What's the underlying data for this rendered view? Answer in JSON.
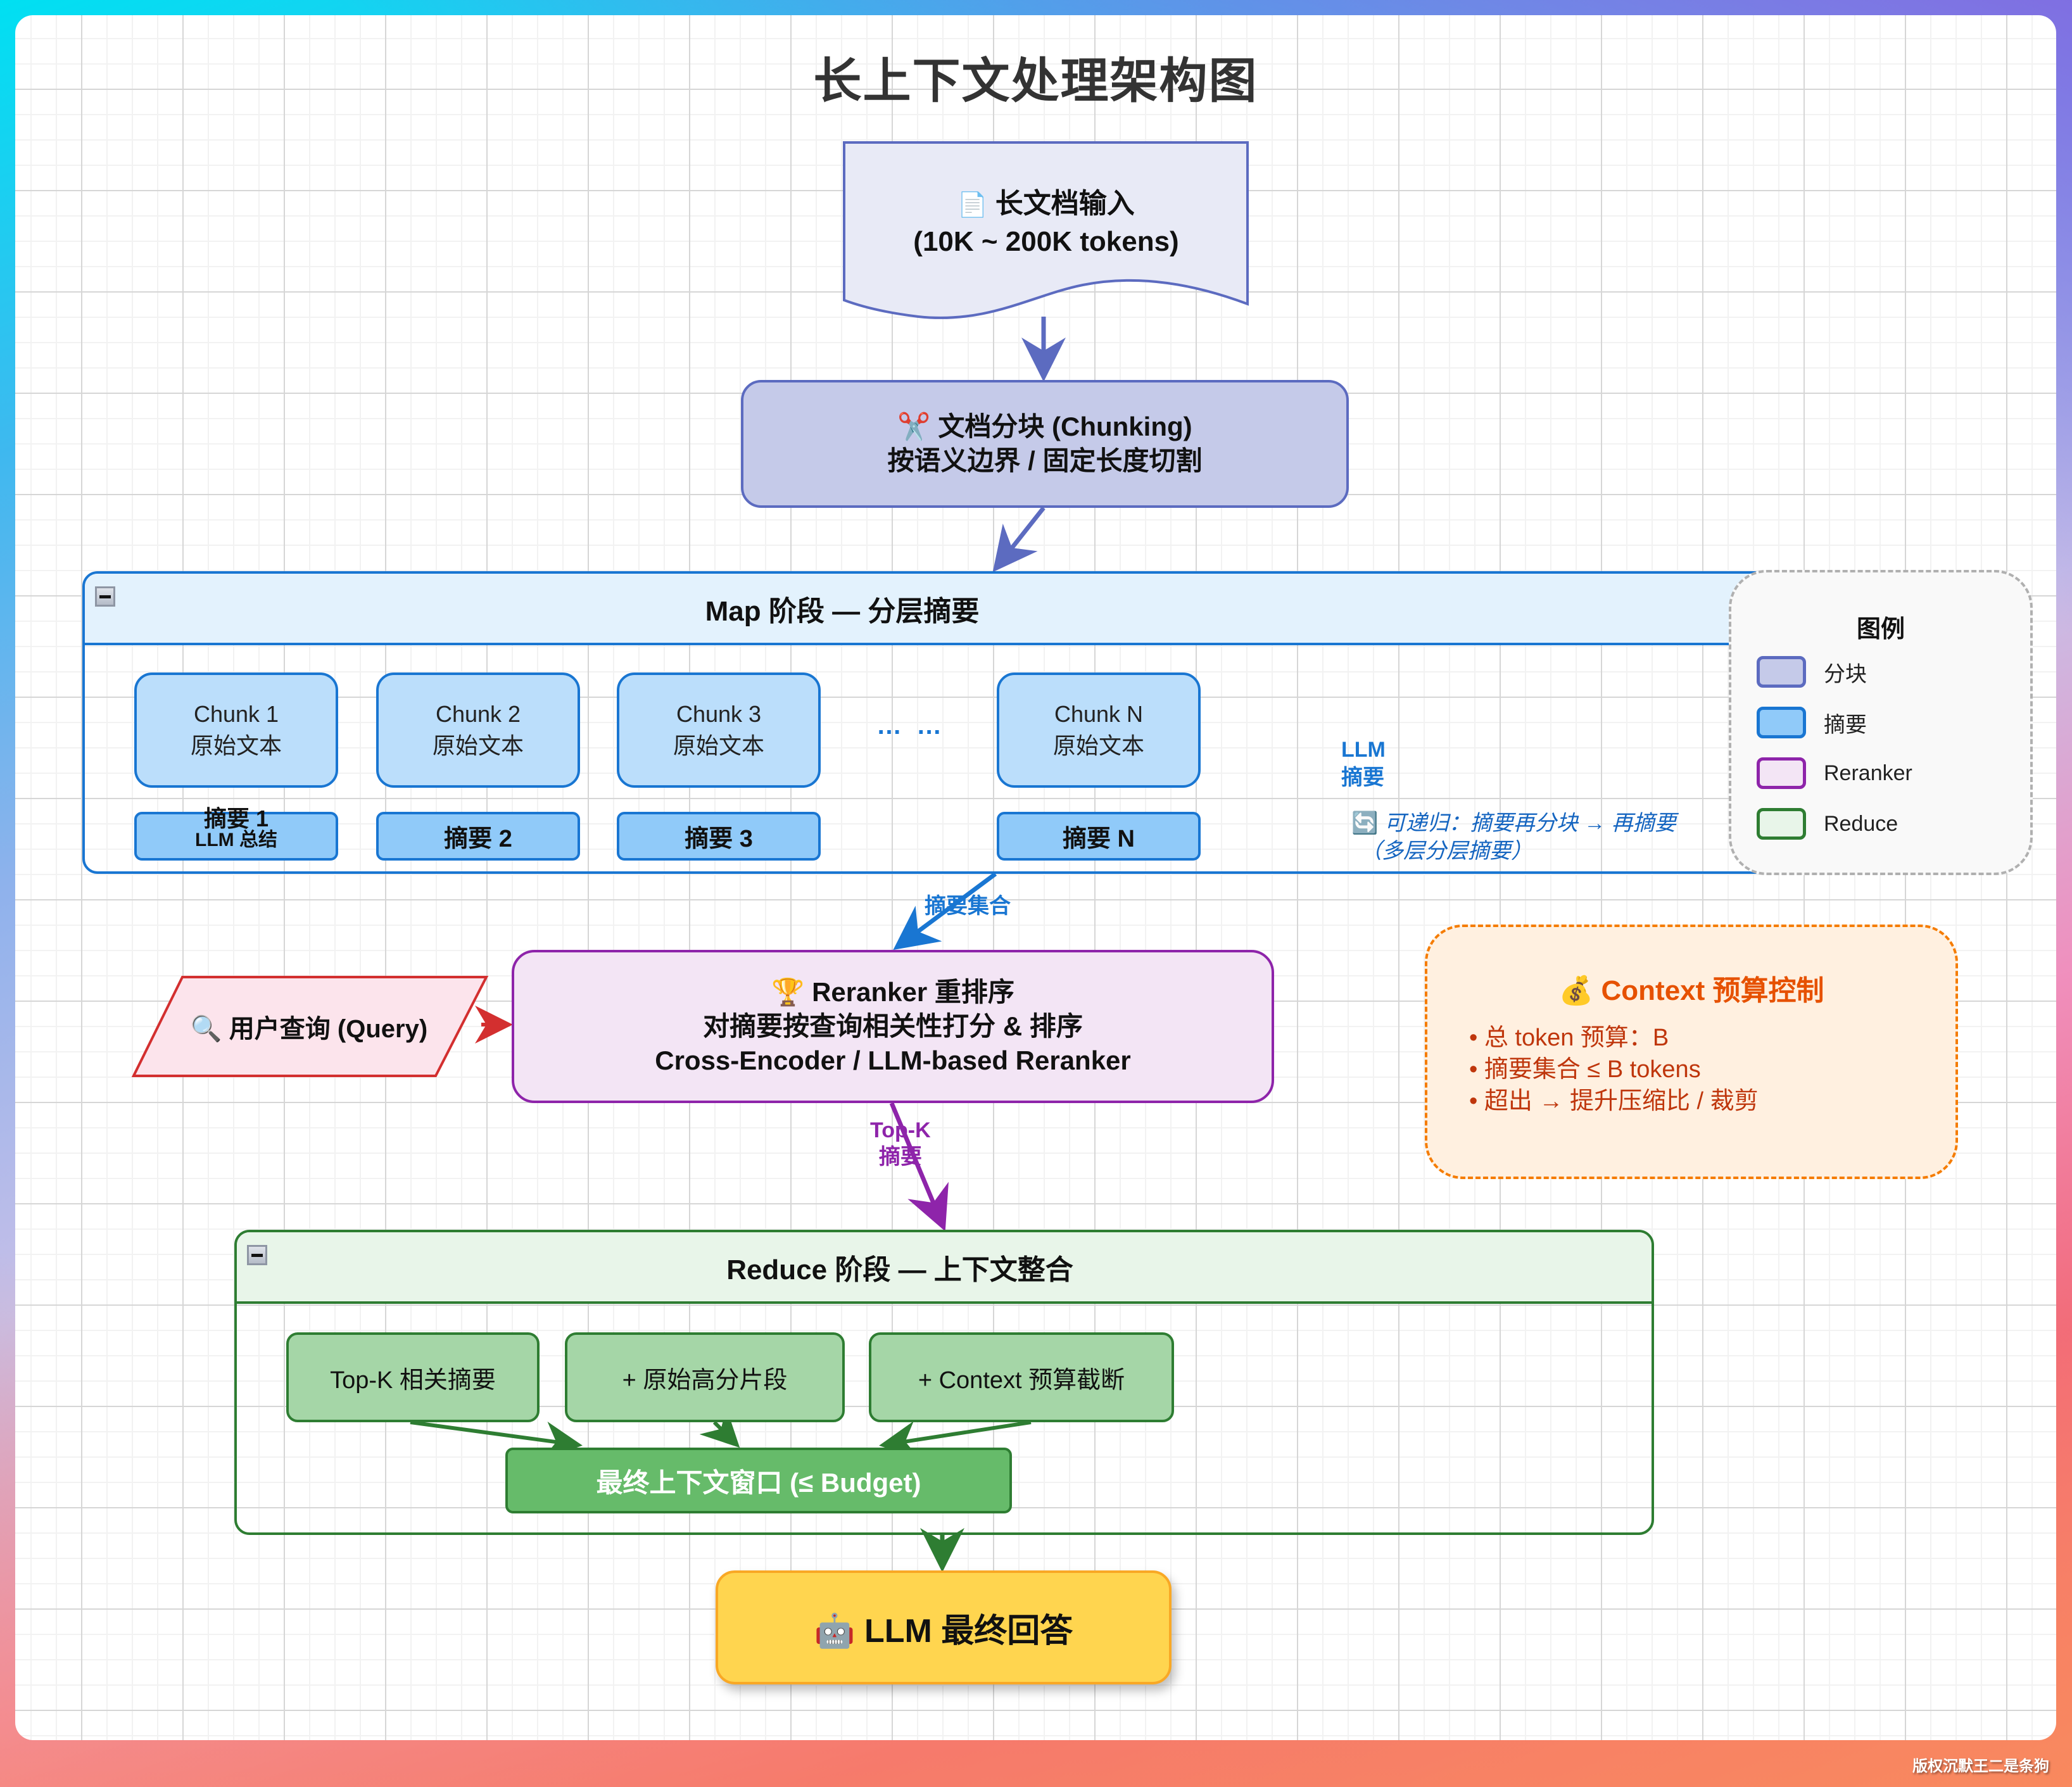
{
  "title": "长上下文处理架构图",
  "doc_input": {
    "icon": "page-icon",
    "icon_glyph": "📄",
    "line1": "长文档输入",
    "line2": "(10K ~ 200K tokens)"
  },
  "chunking": {
    "icon": "scissors-icon",
    "icon_glyph": "✂️",
    "line1": "文档分块 (Chunking)",
    "line2": "按语义边界 / 固定长度切割"
  },
  "map_stage": {
    "header": "Map 阶段 — 分层摘要",
    "collapse_symbol": "−",
    "chunks": [
      {
        "title": "Chunk 1",
        "subtitle": "原始文本"
      },
      {
        "title": "Chunk 2",
        "subtitle": "原始文本"
      },
      {
        "title": "Chunk 3",
        "subtitle": "原始文本"
      },
      {
        "title": "Chunk N",
        "subtitle": "原始文本"
      }
    ],
    "ellipsis": "…  …",
    "summaries": [
      {
        "title": "摘要 1",
        "subtitle": "LLM 总结"
      },
      {
        "title": "摘要 2"
      },
      {
        "title": "摘要 3"
      },
      {
        "title": "摘要 N"
      }
    ],
    "llm_label_line1": "LLM",
    "llm_label_line2": "摘要",
    "recursive_icon": "refresh-icon",
    "recursive_glyph": "🔄",
    "recursive_line1": "可递归：摘要再分块 → 再摘要",
    "recursive_line2": "（多层分层摘要）"
  },
  "legend": {
    "title": "图例",
    "items": [
      {
        "label": "分块",
        "fill": "#c5cae9",
        "stroke": "#5c6bc0"
      },
      {
        "label": "摘要",
        "fill": "#90caf9",
        "stroke": "#1976d2"
      },
      {
        "label": "Reranker",
        "fill": "#f3e5f5",
        "stroke": "#8e24aa"
      },
      {
        "label": "Reduce",
        "fill": "#e8f5e9",
        "stroke": "#2e7d32"
      }
    ]
  },
  "edges": {
    "map_to_reranker": "摘要集合",
    "reranker_to_reduce_line1": "Top-K",
    "reranker_to_reduce_line2": "摘要"
  },
  "query": {
    "icon": "magnifier-icon",
    "icon_glyph": "🔍",
    "label": "用户查询 (Query)"
  },
  "reranker": {
    "icon": "trophy-icon",
    "icon_glyph": "🏆",
    "line1": "Reranker 重排序",
    "line2": "对摘要按查询相关性打分 & 排序",
    "line3": "Cross-Encoder / LLM-based Reranker"
  },
  "context_budget": {
    "icon": "money-bag-icon",
    "icon_glyph": "💰",
    "title": "Context 预算控制",
    "items": [
      "• 总 token 预算：B",
      "• 摘要集合 ≤ B tokens",
      "• 超出 → 提升压缩比 / 裁剪"
    ]
  },
  "reduce_stage": {
    "header": "Reduce 阶段 — 上下文整合",
    "collapse_symbol": "−",
    "items": [
      "Top-K 相关摘要",
      "+ 原始高分片段",
      "+ Context 预算截断"
    ],
    "final_window": "最终上下文窗口 (≤ Budget)"
  },
  "llm_final": {
    "icon": "robot-icon",
    "icon_glyph": "🤖",
    "label": "LLM 最终回答"
  },
  "watermark": "版权沉默王二是条狗",
  "colors": {
    "chunk_blue": "#1976d2",
    "chunking_indigo": "#5c6bc0",
    "reranker_purple": "#8e24aa",
    "query_red": "#d32f2f",
    "reduce_green": "#2e7d32",
    "budget_orange": "#f57c00",
    "final_yellow": "#ffd54f"
  }
}
